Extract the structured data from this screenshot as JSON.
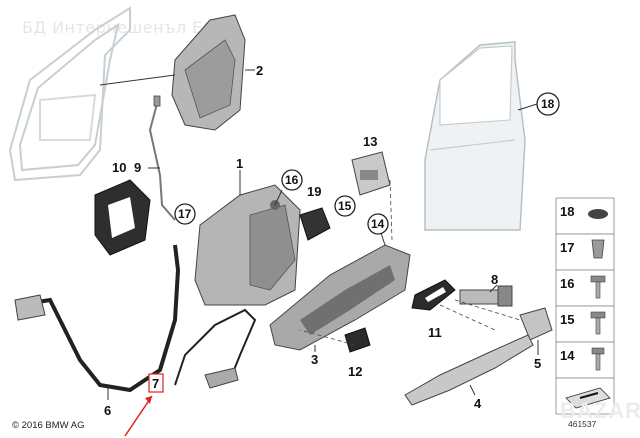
{
  "watermark_text": "БД Интернешенъл ЕО...",
  "copyright": "© 2016 BMW AG",
  "doc_id": "461537",
  "brand_watermark": "BAZAR",
  "colors": {
    "line": "#333333",
    "part": "#bdbdbd",
    "part_dark": "#555555",
    "highlight": "#e02020",
    "door": "#dfe6ea"
  },
  "labels": {
    "n1": "1",
    "n2": "2",
    "n3": "3",
    "n4": "4",
    "n5": "5",
    "n6": "6",
    "n7": "7",
    "n8": "8",
    "n9": "9",
    "n10": "10",
    "n11": "11",
    "n12": "12",
    "n13": "13",
    "n14": "14",
    "n15": "15",
    "n16": "16",
    "n17": "17",
    "n18": "18",
    "n19": "19"
  },
  "legend": [
    "18",
    "17",
    "16",
    "15",
    "14"
  ]
}
